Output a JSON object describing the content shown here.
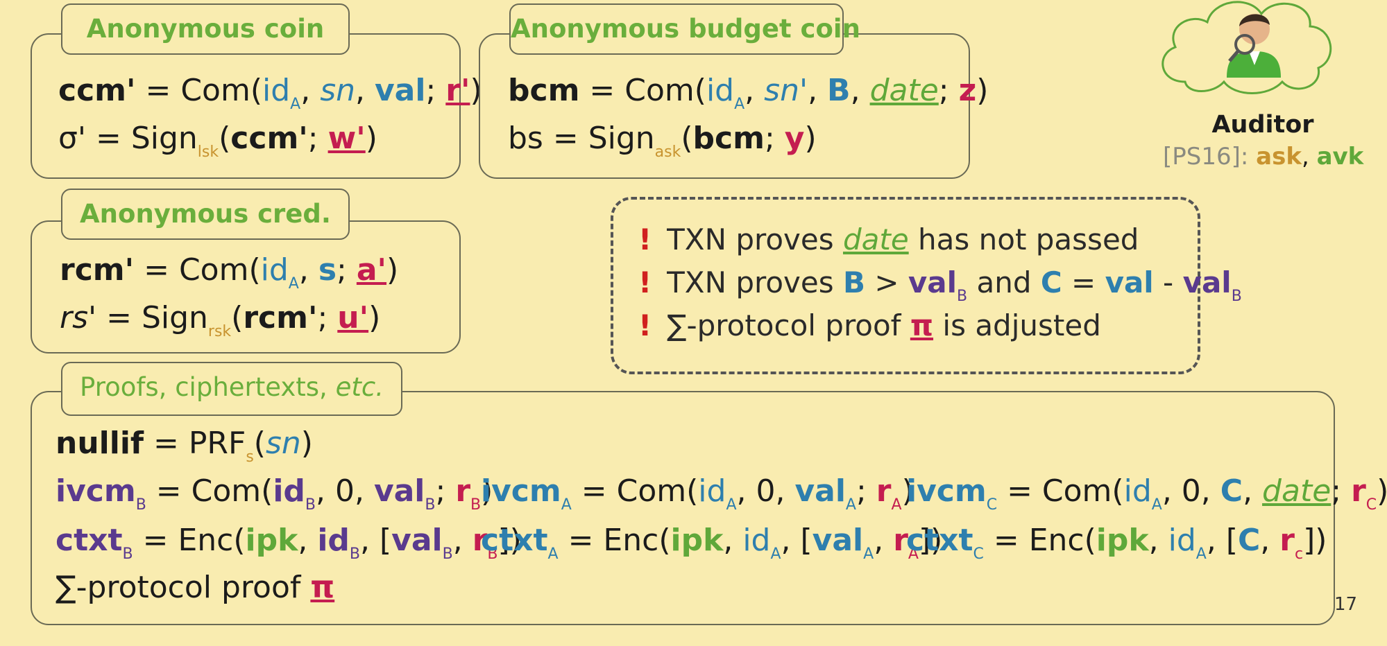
{
  "boxes": {
    "anon_coin": {
      "title": "Anonymous coin",
      "l1": {
        "a": "ccm'",
        "b": " = Com(",
        "c": "id",
        "d": "A",
        "e": ", ",
        "f": "sn",
        "g": ", ",
        "h": "val",
        "i": ";  ",
        "j": "r'",
        "k": ")"
      },
      "l2": {
        "a": "σ' = Sign",
        "b": "lsk",
        "c": "(",
        "d": "ccm'",
        "e": "; ",
        "f": "w'",
        "g": ")"
      }
    },
    "budget_coin": {
      "title": "Anonymous budget coin",
      "l1": {
        "a": "bcm",
        "b": " = Com(",
        "c": "id",
        "d": "A",
        "e": ", ",
        "f": "sn'",
        "g": ", ",
        "h": "B",
        "i": ", ",
        "j": "date",
        "k": ";  ",
        "l": "z",
        "m": ")"
      },
      "l2": {
        "a": "bs = Sign",
        "b": "ask",
        "c": "(",
        "d": "bcm",
        "e": "; ",
        "f": "y",
        "g": ")"
      }
    },
    "anon_cred": {
      "title": "Anonymous cred.",
      "l1": {
        "a": "rcm'",
        "b": " = Com(",
        "c": "id",
        "d": "A",
        "e": ", ",
        "f": "s",
        "g": "; ",
        "h": "a'",
        "i": ")"
      },
      "l2": {
        "a": "rs'",
        "b": " = Sign",
        "c": "rsk",
        "d": "(",
        "e": "rcm'",
        "f": "; ",
        "g": "u'",
        "h": ")"
      }
    },
    "proofs": {
      "title_a": "Proofs, ciphertexts, ",
      "title_b": "etc.",
      "l1": {
        "a": "nullif",
        "b": " = PRF",
        "c": "s",
        "d": "(",
        "e": "sn",
        "f": ")"
      },
      "ivcmB": {
        "a": "ivcm",
        "b": "B",
        "c": " = Com(",
        "d": "id",
        "e": "B",
        "f": ", 0, ",
        "g": "val",
        "h": "B",
        "i": "; ",
        "j": "r",
        "k": "B",
        "l": ")"
      },
      "ivcmA": {
        "a": "ivcm",
        "b": "A",
        "c": " = Com(",
        "d": "id",
        "e": "A",
        "f": ", 0, ",
        "g": "val",
        "h": "A",
        "i": "; ",
        "j": "r",
        "k": "A",
        "l": ")"
      },
      "ivcmC": {
        "a": "ivcm",
        "b": "C",
        "c": " = Com(",
        "d": "id",
        "e": "A",
        "f": ", 0, ",
        "g": "C",
        "h": ", ",
        "i": "date",
        "j": "; ",
        "k": "r",
        "l": "C",
        "m": ")"
      },
      "ctxtB": {
        "a": "ctxt",
        "b": "B",
        "c": " = Enc(",
        "d": "ipk",
        "e": ", ",
        "f": "id",
        "g": "B",
        "h": ", [",
        "i": "val",
        "j": "B",
        "k": ", ",
        "l": "r",
        "m": "B",
        "n": "])"
      },
      "ctxtA": {
        "a": "ctxt",
        "b": "A",
        "c": " = Enc(",
        "d": "ipk",
        "e": ", ",
        "f": "id",
        "g": "A",
        "h": ", [",
        "i": "val",
        "j": "A",
        "k": ", ",
        "l": "r",
        "m": "A",
        "n": "])"
      },
      "ctxtC": {
        "a": "ctxt",
        "b": "C",
        "c": " = Enc(",
        "d": "ipk",
        "e": ", ",
        "f": "id",
        "g": "A",
        "h": ", [",
        "i": "C",
        "j": ", ",
        "k": "r",
        "l": "c",
        "m": "])"
      },
      "l4": {
        "a": "∑-protocol proof ",
        "b": "π"
      }
    }
  },
  "notes": {
    "bang": "!",
    "n1": {
      "a": "TXN proves ",
      "b": "date",
      "c": " has not passed"
    },
    "n2": {
      "a": "TXN proves ",
      "b": "B",
      "c": " > ",
      "d": "val",
      "e": "B",
      "f": " and ",
      "g": "C",
      "h": " = ",
      "i": "val",
      "j": " - ",
      "k": "val",
      "l": "B"
    },
    "n3": {
      "a": "∑-protocol proof ",
      "b": "π",
      "c": " is adjusted"
    }
  },
  "auditor": {
    "name": "Auditor",
    "ref": "[PS16]: ",
    "ask": "ask",
    "sep": ", ",
    "avk": "avk"
  },
  "page_number": "17",
  "colors": {
    "background": "#f9ecb0",
    "green": "#5fa83a",
    "blue": "#2e7fae",
    "red": "#c41d50",
    "purple": "#5a3a8e",
    "gold": "#c8932f"
  }
}
